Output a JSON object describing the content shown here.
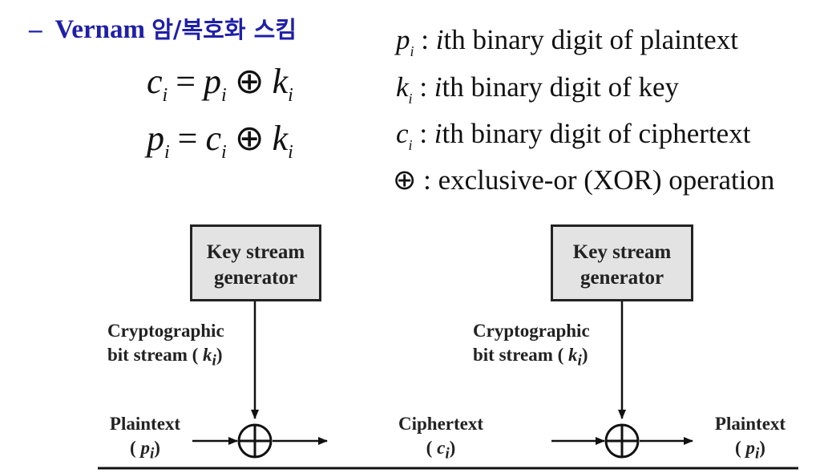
{
  "heading": {
    "dash": "–",
    "latin": "Vernam ",
    "korean": "암/복호화 스킴"
  },
  "equations": {
    "encrypt": {
      "lhs": "c",
      "lhs_sub": "i",
      "op": "=",
      "a": "p",
      "a_sub": "i",
      "xor": "⊕",
      "b": "k",
      "b_sub": "i"
    },
    "decrypt": {
      "lhs": "p",
      "lhs_sub": "i",
      "op": "=",
      "a": "c",
      "a_sub": "i",
      "xor": "⊕",
      "b": "k",
      "b_sub": "i"
    }
  },
  "definitions": [
    {
      "sym": "p",
      "sub": "i",
      "sep": " : ",
      "ith": "i",
      "text": "th binary digit of plaintext"
    },
    {
      "sym": "k",
      "sub": "i",
      "sep": " : ",
      "ith": "i",
      "text": "th binary digit of key"
    },
    {
      "sym": "c",
      "sub": "i",
      "sep": " : ",
      "ith": "i",
      "text": "th binary digit of ciphertext"
    },
    {
      "sym": "⊕",
      "sub": "",
      "sep": " : ",
      "ith": "",
      "text": "exclusive-or (XOR) operation"
    }
  ],
  "left_diagram": {
    "box_label": "Key stream\ngenerator",
    "stream_label_1": "Cryptographic",
    "stream_label_2_prefix": "bit stream ( ",
    "stream_sym": "k",
    "stream_sub": "i",
    "stream_label_2_suffix": ")",
    "input_label": "Plaintext",
    "input_sym": "p",
    "input_sub": "i",
    "paren_open": "(",
    "paren_close": ")"
  },
  "right_diagram": {
    "box_label": "Key stream\ngenerator",
    "stream_label_1": "Cryptographic",
    "stream_label_2_prefix": "bit stream ( ",
    "stream_sym": "k",
    "stream_sub": "i",
    "stream_label_2_suffix": ")",
    "input_label": "Ciphertext",
    "input_sym": "c",
    "input_sub": "i",
    "output_label": "Plaintext",
    "output_sym": "p",
    "output_sub": "i",
    "paren_open": "(",
    "paren_close": ")"
  }
}
